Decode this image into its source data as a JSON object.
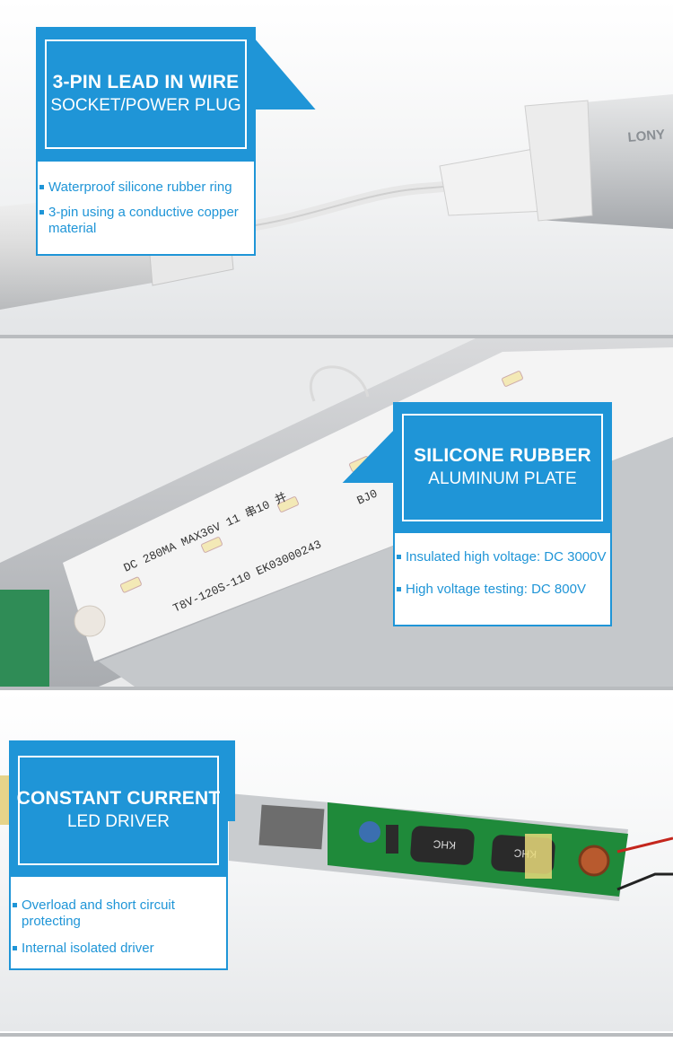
{
  "panel1": {
    "brand_mark": "LONY",
    "title": "3-PIN LEAD IN WIRE",
    "subtitle": "SOCKET/POWER PLUG",
    "bullets": [
      "Waterproof silicone rubber ring",
      "3-pin using a conductive copper material"
    ]
  },
  "panel2": {
    "board_print_1": "DC 280MA MAX36V 11 串10 并",
    "board_print_2": "T8V-120S-110  EK03000243",
    "board_print_3": "BJ0",
    "title": "SILICONE RUBBER",
    "subtitle": "ALUMINUM PLATE",
    "bullets": [
      "Insulated high voltage: DC 3000V",
      "High voltage testing: DC 800V"
    ]
  },
  "panel3": {
    "cap_label": "KHC",
    "title": "CONSTANT CURRENT",
    "subtitle": "LED DRIVER",
    "bullets": [
      "Overload and short circuit protecting",
      "Internal isolated driver"
    ]
  },
  "colors": {
    "accent": "#1f95d7",
    "divider": "#b9bcbf",
    "pcb": "#1f8a3a"
  }
}
